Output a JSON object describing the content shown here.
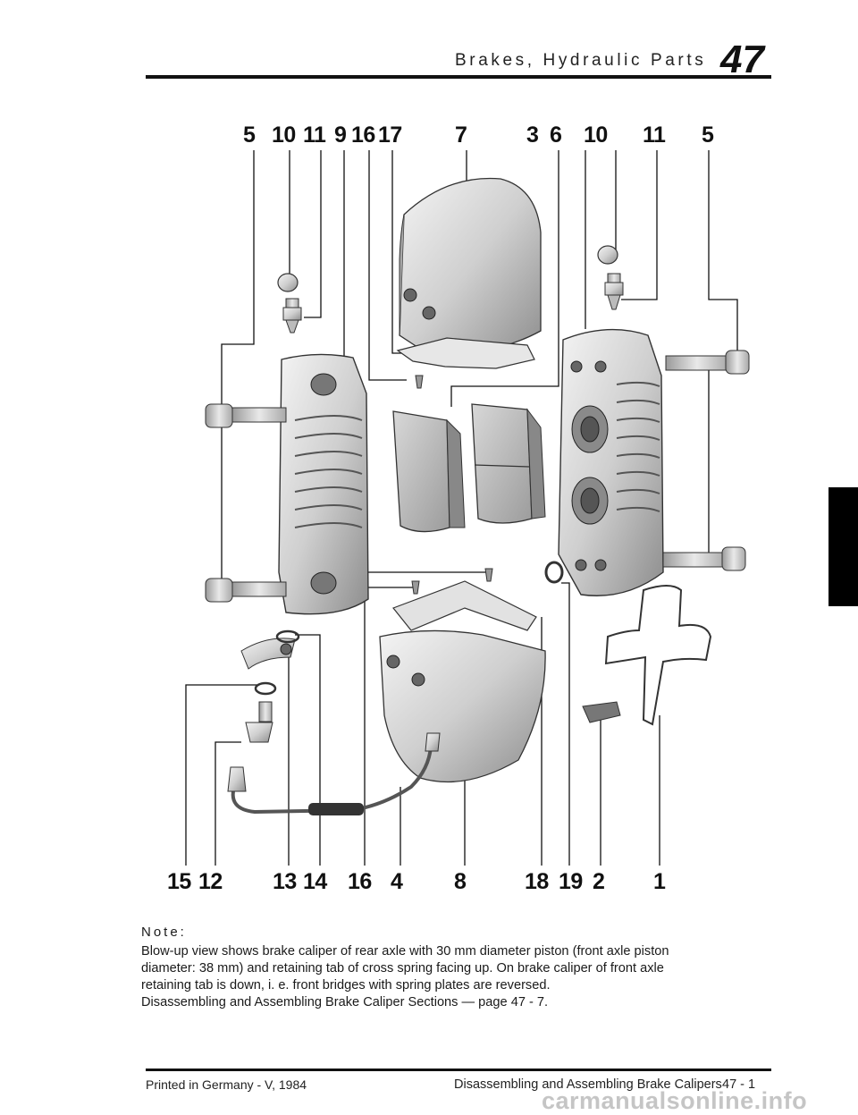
{
  "header": {
    "title": "Brakes, Hydraulic Parts",
    "chapter": "47"
  },
  "callouts_top": [
    "5",
    "10",
    "11",
    "9",
    "16",
    "17",
    "7",
    "3",
    "6",
    "10",
    "11",
    "5"
  ],
  "callouts_bottom": [
    "15",
    "12",
    "13",
    "14",
    "16",
    "4",
    "8",
    "18",
    "19",
    "2",
    "1"
  ],
  "note": {
    "heading": "Note:",
    "lines": [
      "Blow-up view shows brake caliper of rear axle with 30 mm diameter piston (front axle piston",
      "diameter: 38 mm) and retaining tab of cross spring facing up. On brake caliper of front axle",
      "retaining tab is down, i. e. front bridges with spring plates are reversed.",
      "Disassembling and Assembling Brake Caliper Sections — page 47 - 7."
    ]
  },
  "footer": {
    "printed": "Printed in Germany - V, 1984",
    "section": "Disassembling and Assembling Brake Calipers",
    "page": "47 - 1"
  },
  "watermark": "carmanualsonline.info"
}
